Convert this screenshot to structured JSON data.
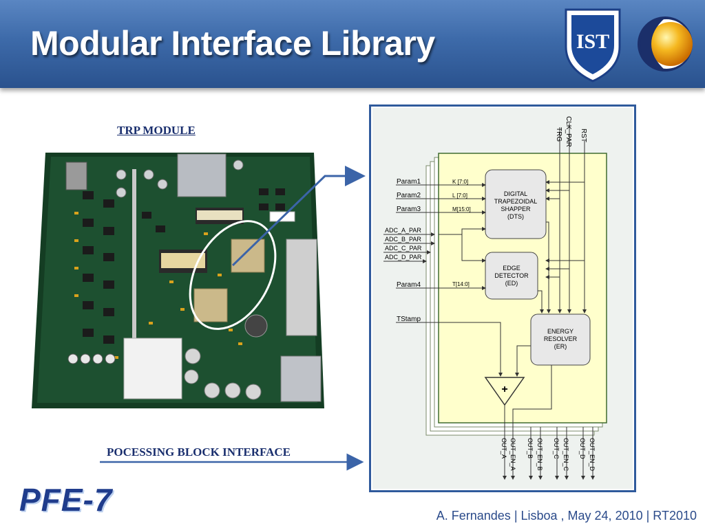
{
  "slide": {
    "title": "Modular Interface Library",
    "trp_label": "TRP MODULE",
    "pbi_label": "POCESSING BLOCK INTERFACE",
    "brand": "PFE-7",
    "footer": "A. Fernandes | Lisboa , May  24, 2010 | RT2010",
    "logo_text": "IST"
  },
  "diagram": {
    "top_signals": [
      "RST",
      "CLK_PAR",
      "TRG"
    ],
    "left_inputs": {
      "param1": "Param1",
      "param2": "Param2",
      "param3": "Param3",
      "adc_a": "ADC_A_PAR",
      "adc_b": "ADC_B_PAR",
      "adc_c": "ADC_C_PAR",
      "adc_d": "ADC_D_PAR",
      "param4": "Param4",
      "tstamp": "TStamp"
    },
    "buses": {
      "k": "K [7:0]",
      "l": "L [7:0]",
      "m": "M[15:0]",
      "t": "T[14:0]"
    },
    "dts": [
      "DIGITAL",
      "TRAPEZOIDAL",
      "SHAPPER",
      "(DTS)"
    ],
    "ed": [
      "EDGE",
      "DETECTOR",
      "(ED)"
    ],
    "er": [
      "ENERGY",
      "RESOLVER",
      "(ER)"
    ],
    "adder": "+",
    "outputs": [
      "OUT_A",
      "OUT_EN_A",
      "OUT_B",
      "OUT_EN_B",
      "OUT_C",
      "OUT_EN_C",
      "OUT_D",
      "OUT_EN_D"
    ]
  }
}
